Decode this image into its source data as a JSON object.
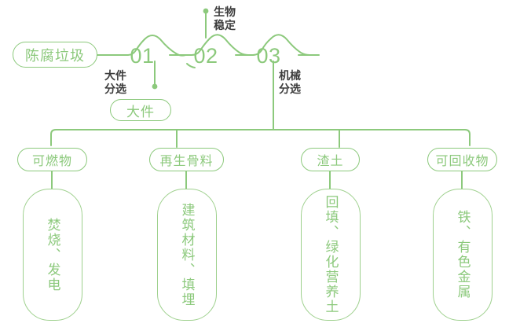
{
  "meta": {
    "title": "陈腐垃圾处理工艺流程图",
    "accent_color": "#8cc97c",
    "line_color": "#8cc97c",
    "text_dark": "#3c3c3c",
    "background": "#ffffff"
  },
  "source": {
    "label": "陈腐垃圾"
  },
  "steps": [
    {
      "number": "01",
      "caption": "大件\n分选"
    },
    {
      "number": "02",
      "caption": "生物\n稳定"
    },
    {
      "number": "03",
      "caption": "机械\n分选"
    }
  ],
  "side_output": {
    "label": "大件"
  },
  "outputs": [
    {
      "pill": "可燃物",
      "detail": "焚烧、发电"
    },
    {
      "pill": "再生骨料",
      "detail": "建筑材料、填埋"
    },
    {
      "pill": "渣土",
      "detail": "回填、绿化营养土"
    },
    {
      "pill": "可回收物",
      "detail": "铁、有色金属"
    }
  ]
}
